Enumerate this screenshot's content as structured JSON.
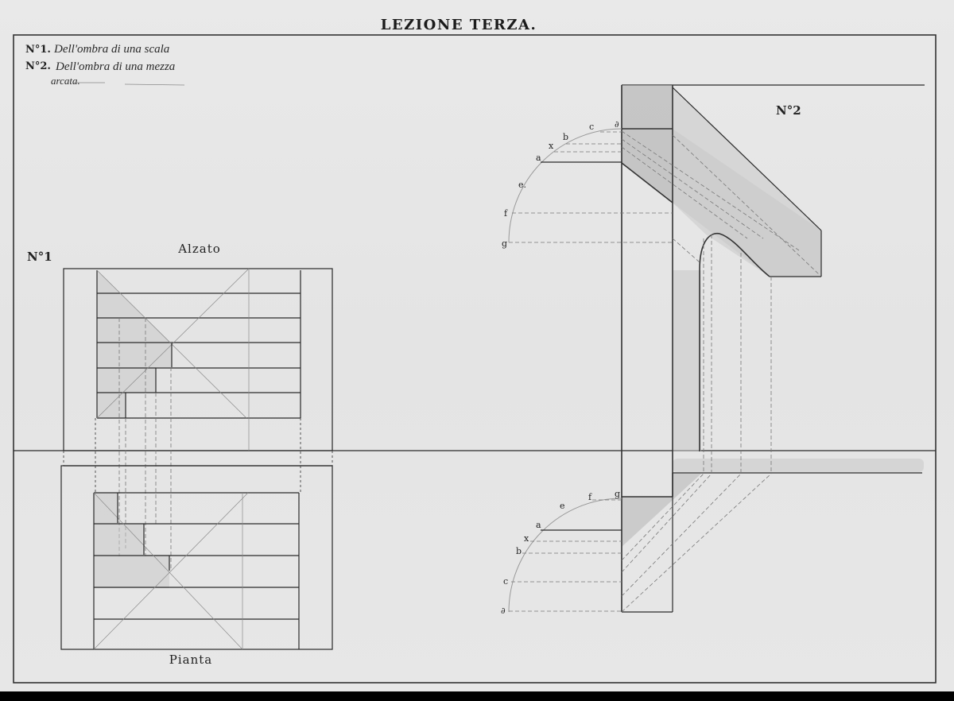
{
  "sheet": {
    "title": "LEZIONE TERZA.",
    "notes": [
      {
        "num": "N°1.",
        "text": "Dell'ombra di una scala"
      },
      {
        "num": "N°2.",
        "text": "Dell'ombra di una mezza"
      },
      {
        "num": "",
        "text": "arcata."
      }
    ]
  },
  "figure1": {
    "label": "N°1",
    "elevation_caption": "Alzato",
    "plan_caption": "Pianta"
  },
  "figure2": {
    "label": "N°2",
    "upper_arc_points": [
      "∂",
      "c",
      "b",
      "x",
      "a",
      "e.",
      "f",
      "g"
    ],
    "lower_arc_points": [
      "g",
      "f",
      "e",
      "a",
      "x",
      "b",
      "c",
      "∂"
    ]
  },
  "colors": {
    "paper": "#e6e6e6",
    "ink": "#2a2a2a",
    "wash": "#c0c0c0",
    "background": "#000000"
  }
}
